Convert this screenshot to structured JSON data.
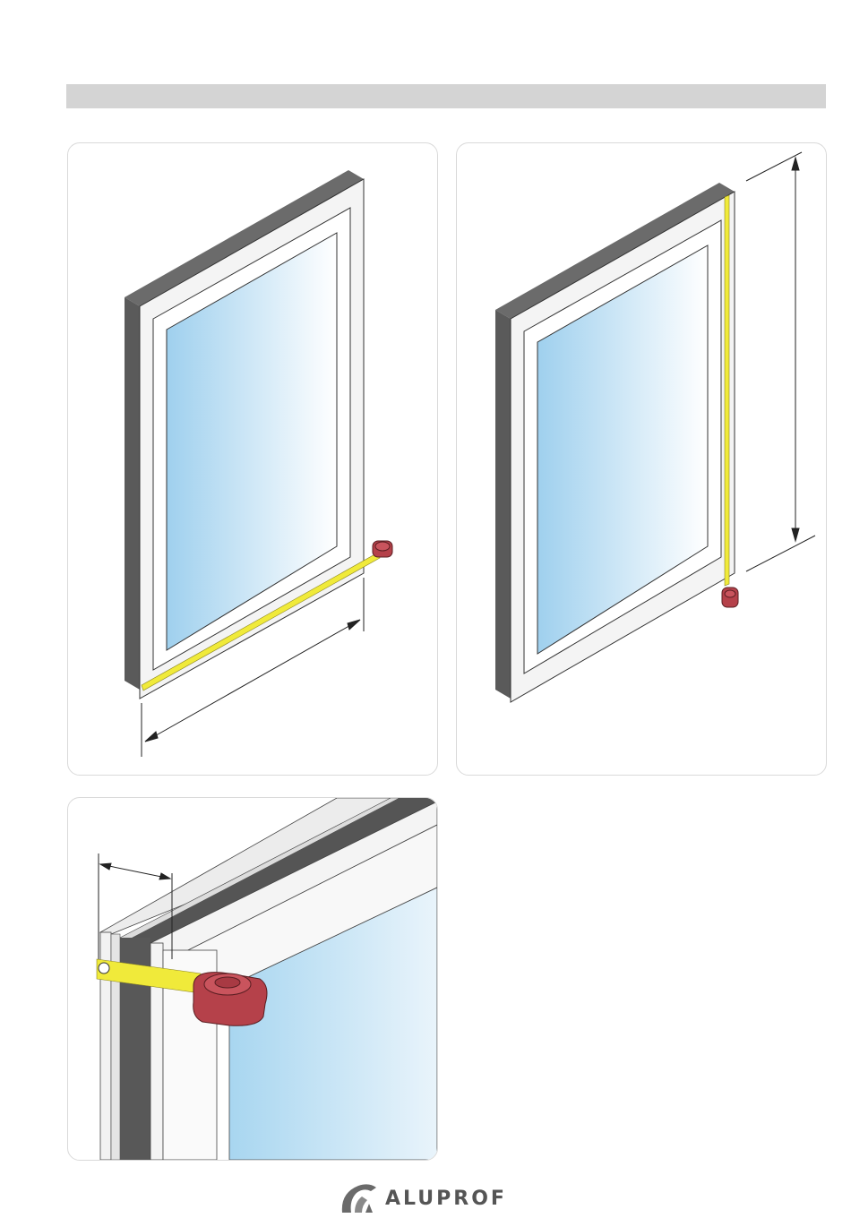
{
  "document": {
    "brand": {
      "name": "ALUPROF",
      "logo_icon": "aluprof-logo-icon"
    },
    "colors": {
      "header_bar": "#d4d4d4",
      "frame_dark": "#5a5a5a",
      "glass_light": "#ffffff",
      "glass_blue": "#9fd0ee",
      "tape": "#f0ea3a",
      "tape_measure": "#b5414a"
    },
    "figures": [
      {
        "name": "window-width-measurement",
        "measurement": "width"
      },
      {
        "name": "window-height-measurement",
        "measurement": "height"
      },
      {
        "name": "frame-depth-measurement-detail",
        "measurement": "frame-depth"
      }
    ]
  }
}
